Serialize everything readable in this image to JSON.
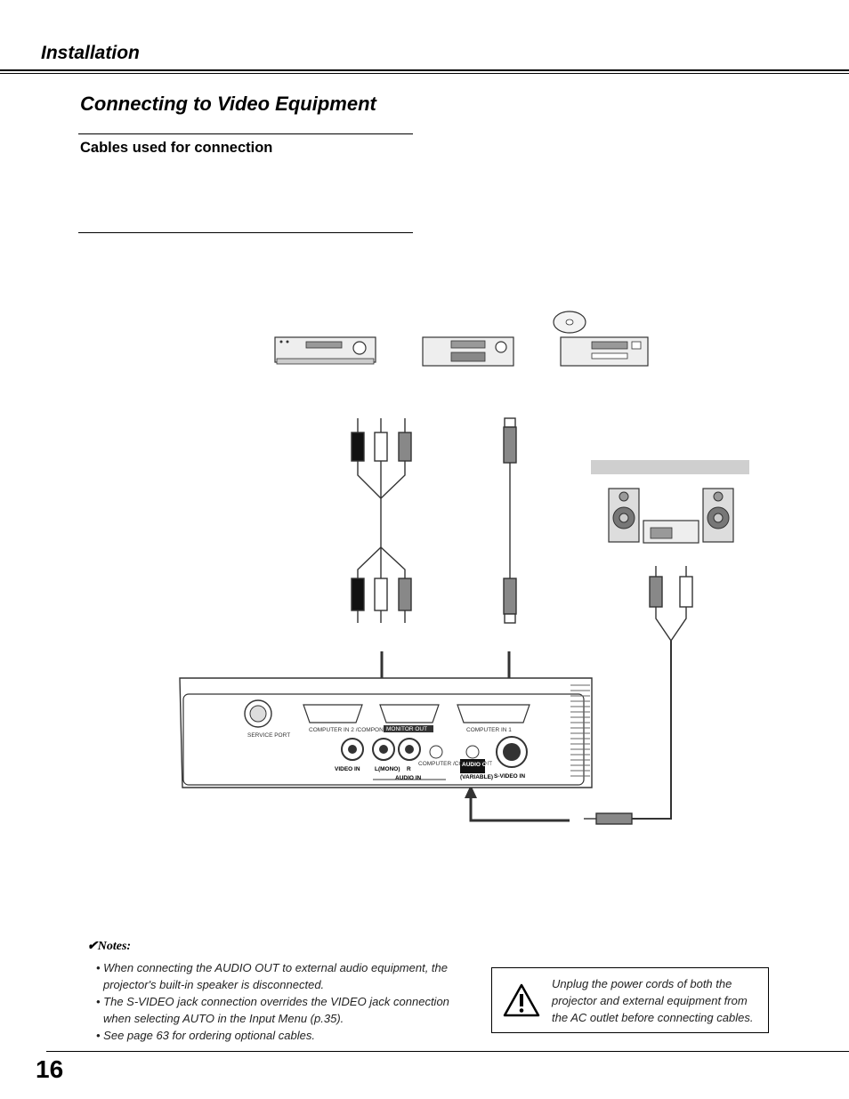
{
  "header": {
    "section_title": "Installation"
  },
  "page_heading": "Connecting to Video Equipment",
  "cables_section": {
    "title": "Cables used for connection"
  },
  "projector_panel": {
    "service_port": "SERVICE PORT",
    "computer_in_2": "COMPUTER IN 2 /COMPONENT IN",
    "monitor_out": "MONITOR OUT",
    "computer_in_1": "COMPUTER IN 1",
    "video_in": "VIDEO IN",
    "l_mono": "L(MONO)",
    "r": "R",
    "audio_in": "AUDIO IN",
    "computer_component": "COMPUTER /COMPONENT",
    "audio_out": "AUDIO OUT",
    "variable": "(VARIABLE)",
    "s_video_in": "S-VIDEO IN"
  },
  "notes": {
    "title": "✔Notes:",
    "items": [
      "• When connecting the AUDIO OUT to external audio equipment, the projector's built-in speaker is disconnected.",
      "• The S-VIDEO jack connection overrides the VIDEO jack connection when selecting AUTO in the Input Menu (p.35).",
      "• See page 63 for ordering optional cables."
    ]
  },
  "warning": {
    "text": "Unplug the power cords of both the projector and external equipment from the AC outlet before connecting cables."
  },
  "page_number": "16",
  "colors": {
    "rule": "#000000",
    "label_bar": "#cfcfcf",
    "cable": "#333333"
  }
}
